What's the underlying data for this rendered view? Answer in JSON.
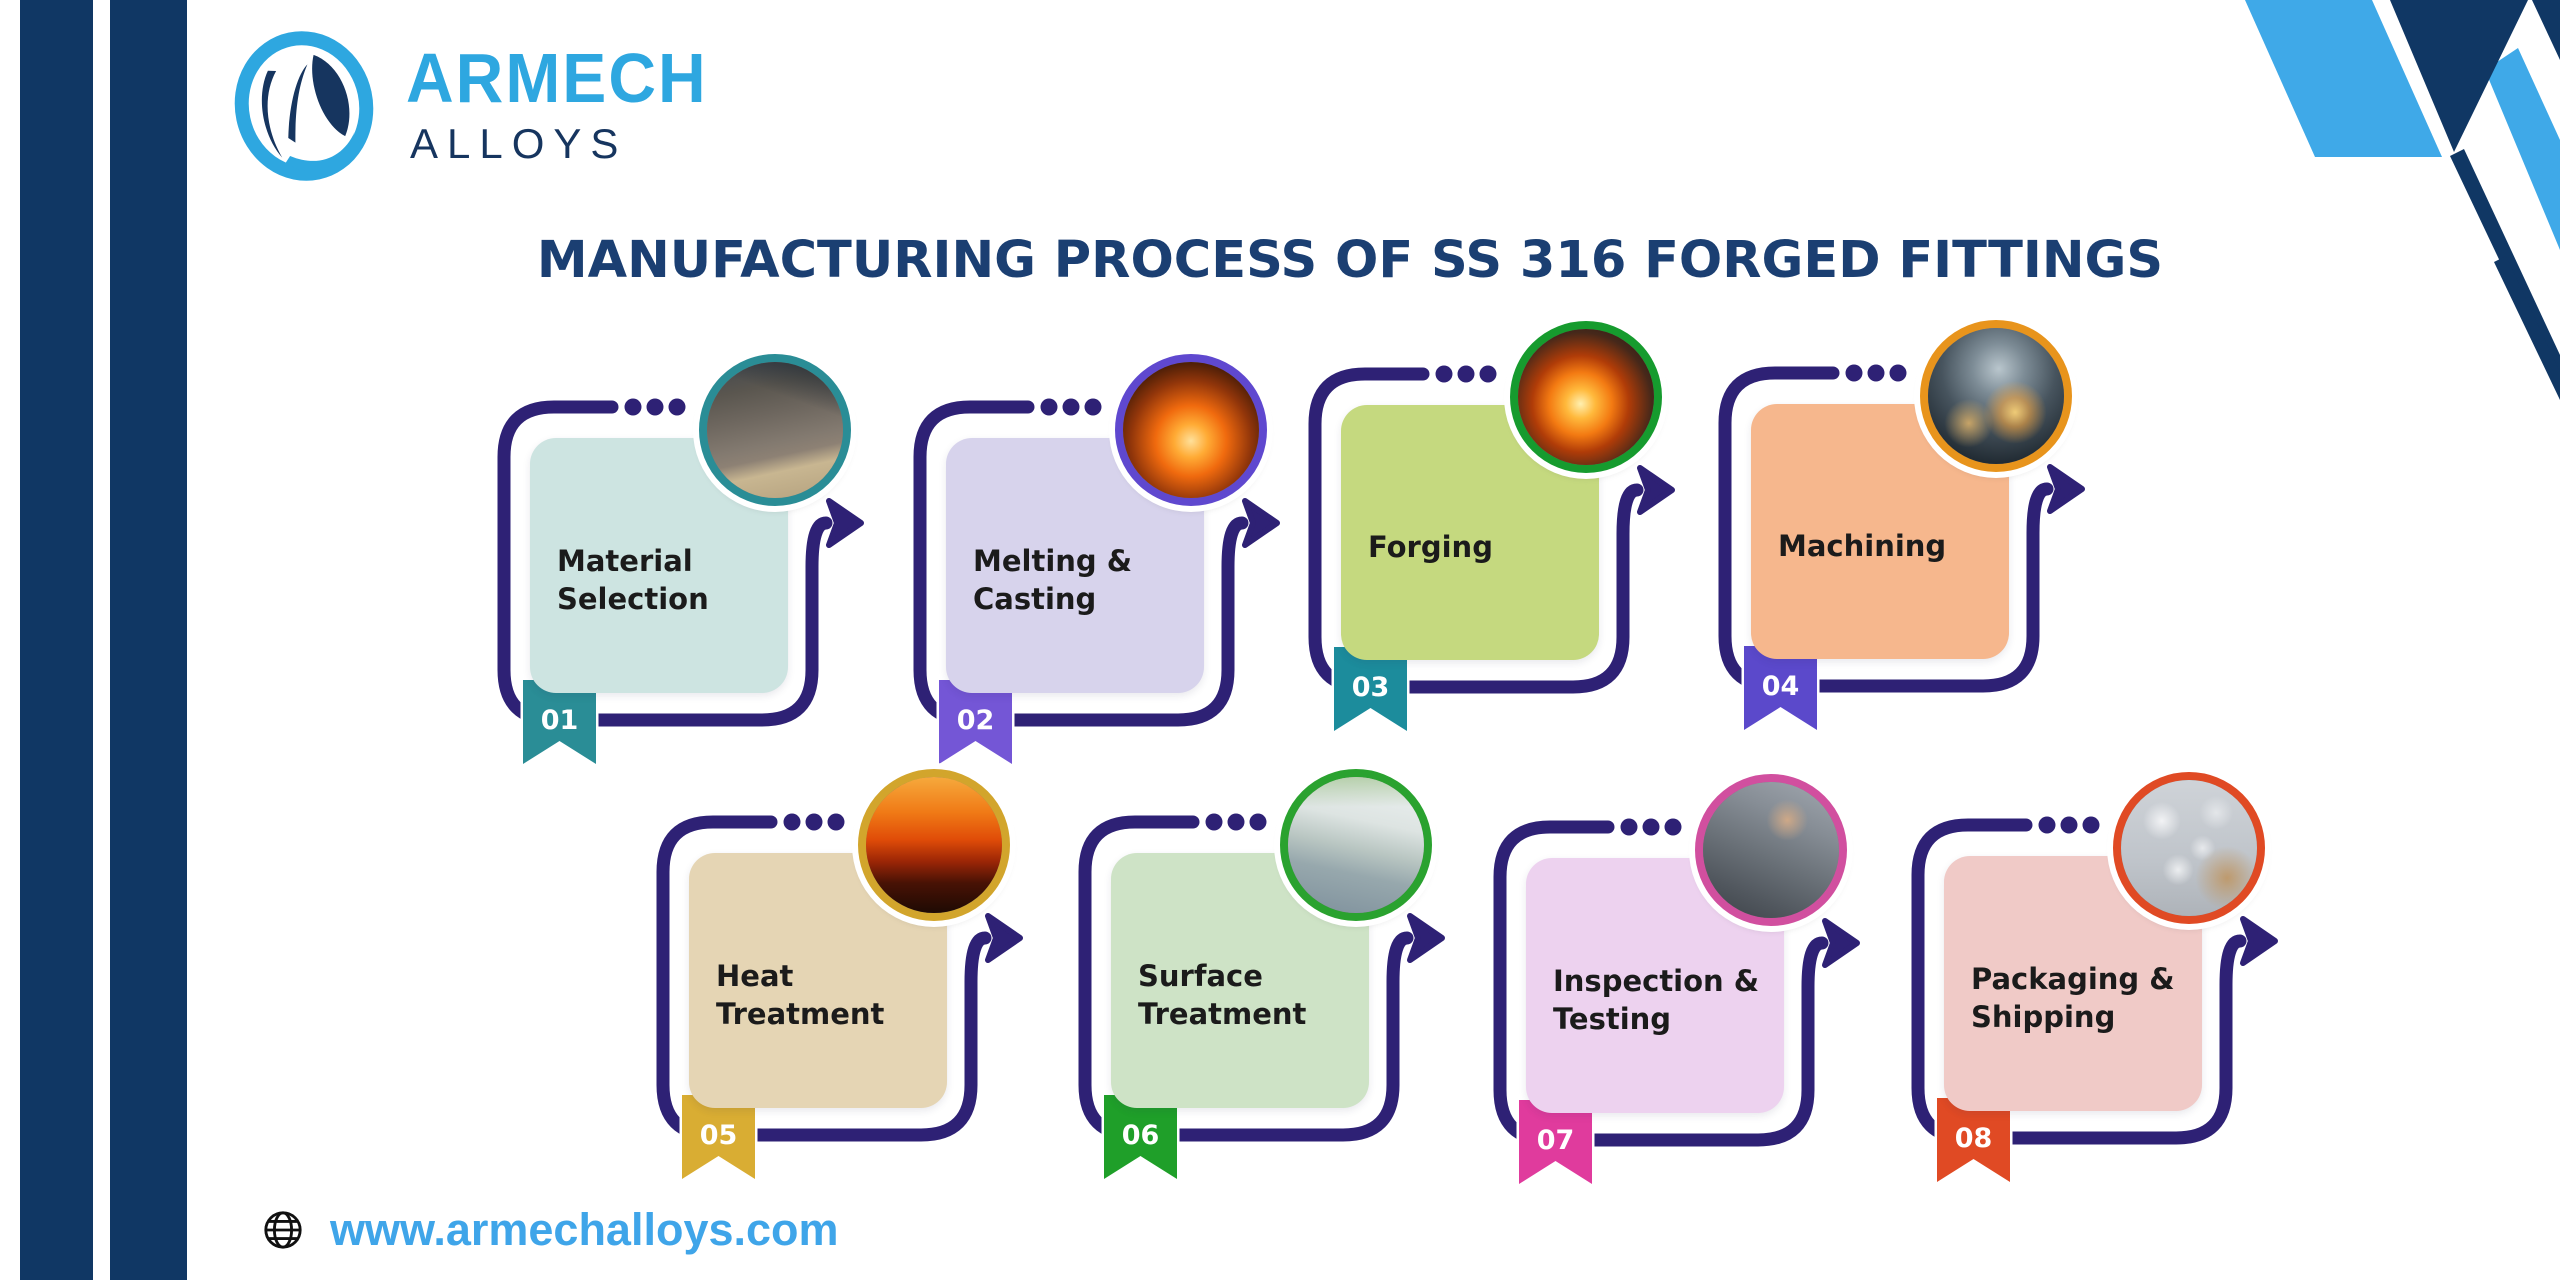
{
  "brand": {
    "name_top": "ARMECH",
    "name_bottom": "ALLOYS"
  },
  "title": "MANUFACTURING PROCESS OF SS 316 FORGED FITTINGS",
  "website": {
    "url_label": "www.armechalloys.com"
  },
  "icons": {
    "footer": "globe-icon",
    "logo": "armech-swirl-logo"
  },
  "colors": {
    "brand-navy": "#103764",
    "brand-blue": "#2ea7e0",
    "title-navy": "#1b3f72",
    "outline": "#2e2175",
    "website-blue": "#3fa5e9"
  },
  "steps": [
    {
      "number": "01",
      "label": "Material Selection",
      "card_color": "#cde4e1",
      "accent_color": "#2a8d96",
      "ring_color": "#2a8d96",
      "photo": "stainless-steel-billet-blocks"
    },
    {
      "number": "02",
      "label": "Melting & Casting",
      "card_color": "#d7d3ec",
      "accent_color": "#7456d6",
      "ring_color": "#5f48cf",
      "photo": "furnace-molten-metal-pour"
    },
    {
      "number": "03",
      "label": "Forging",
      "card_color": "#c5d97f",
      "accent_color": "#1c8c9c",
      "ring_color": "#169b2e",
      "photo": "hot-forged-fitting-press"
    },
    {
      "number": "04",
      "label": "Machining",
      "card_color": "#f6b78d",
      "accent_color": "#5b49cb",
      "ring_color": "#e8941c",
      "photo": "cnc-machining-sparks"
    },
    {
      "number": "05",
      "label": "Heat Treatment",
      "card_color": "#e5d5b4",
      "accent_color": "#d9ad33",
      "ring_color": "#d2a52c",
      "photo": "heat-treatment-furnace"
    },
    {
      "number": "06",
      "label": "Surface Treatment",
      "card_color": "#cee3c6",
      "accent_color": "#1f9f29",
      "ring_color": "#2aa22f",
      "photo": "surface-treatment-line"
    },
    {
      "number": "07",
      "label": "Inspection & Testing",
      "card_color": "#edd2ef",
      "accent_color": "#e03b9d",
      "ring_color": "#d14f9f",
      "photo": "fittings-inspection-gauge"
    },
    {
      "number": "08",
      "label": "Packaging & Shipping",
      "card_color": "#f0cac7",
      "accent_color": "#e04a24",
      "ring_color": "#e04a24",
      "photo": "protective-packaging-foam"
    }
  ]
}
